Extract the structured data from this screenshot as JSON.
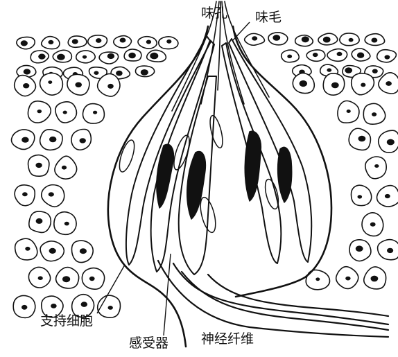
{
  "labels": {
    "taste_pore": "味孔",
    "taste_hair": "味毛",
    "supporting_cell": "支持细胞",
    "receptor": "感受器",
    "nerve_fiber": "神经纤维"
  },
  "colors": {
    "ink": "#111111",
    "background": "#ffffff",
    "cell_fill": "#ffffff"
  }
}
